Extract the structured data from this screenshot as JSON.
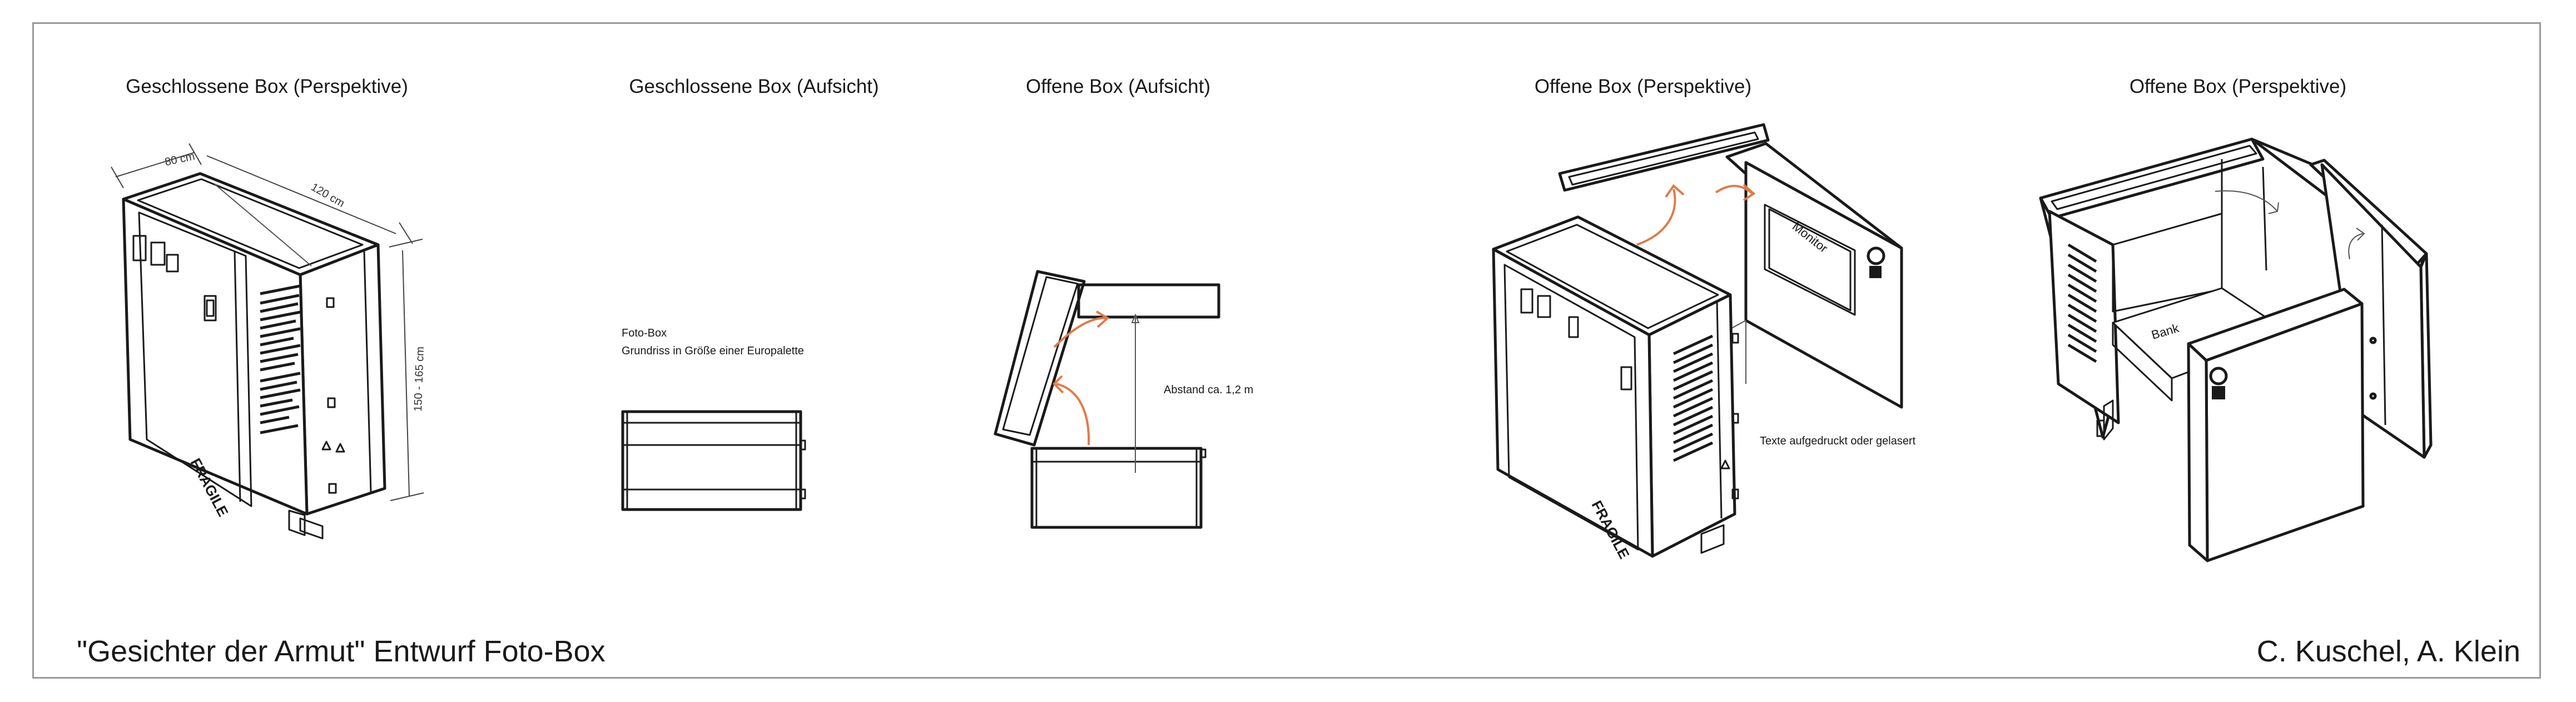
{
  "headings": {
    "closed_perspective": "Geschlossene Box (Perspektive)",
    "closed_top": "Geschlossene Box (Aufsicht)",
    "open_top": "Offene Box (Aufsicht)",
    "open_perspective_1": "Offene Box (Perspektive)",
    "open_perspective_2": "Offene Box (Perspektive)"
  },
  "dimensions": {
    "width": "80 cm",
    "depth": "120 cm",
    "height": "150 - 165 cm"
  },
  "annotations": {
    "foto_box": "Foto-Box",
    "grundriss": "Grundriss in Größe einer Europalette",
    "abstand": "Abstand ca. 1,2 m",
    "texte": "Texte aufgedruckt oder gelasert",
    "monitor": "Monitor",
    "bank": "Bank",
    "fragile": "FRAGILE",
    "panel_title": "Gesichter der Armut"
  },
  "footer": {
    "title": "\"Gesichter der Armut\" Entwurf Foto-Box",
    "authors": "C. Kuschel, A. Klein"
  },
  "colors": {
    "line": "#1a1a1a",
    "arrow": "#e07a4a",
    "frame": "#9a9a9a"
  }
}
